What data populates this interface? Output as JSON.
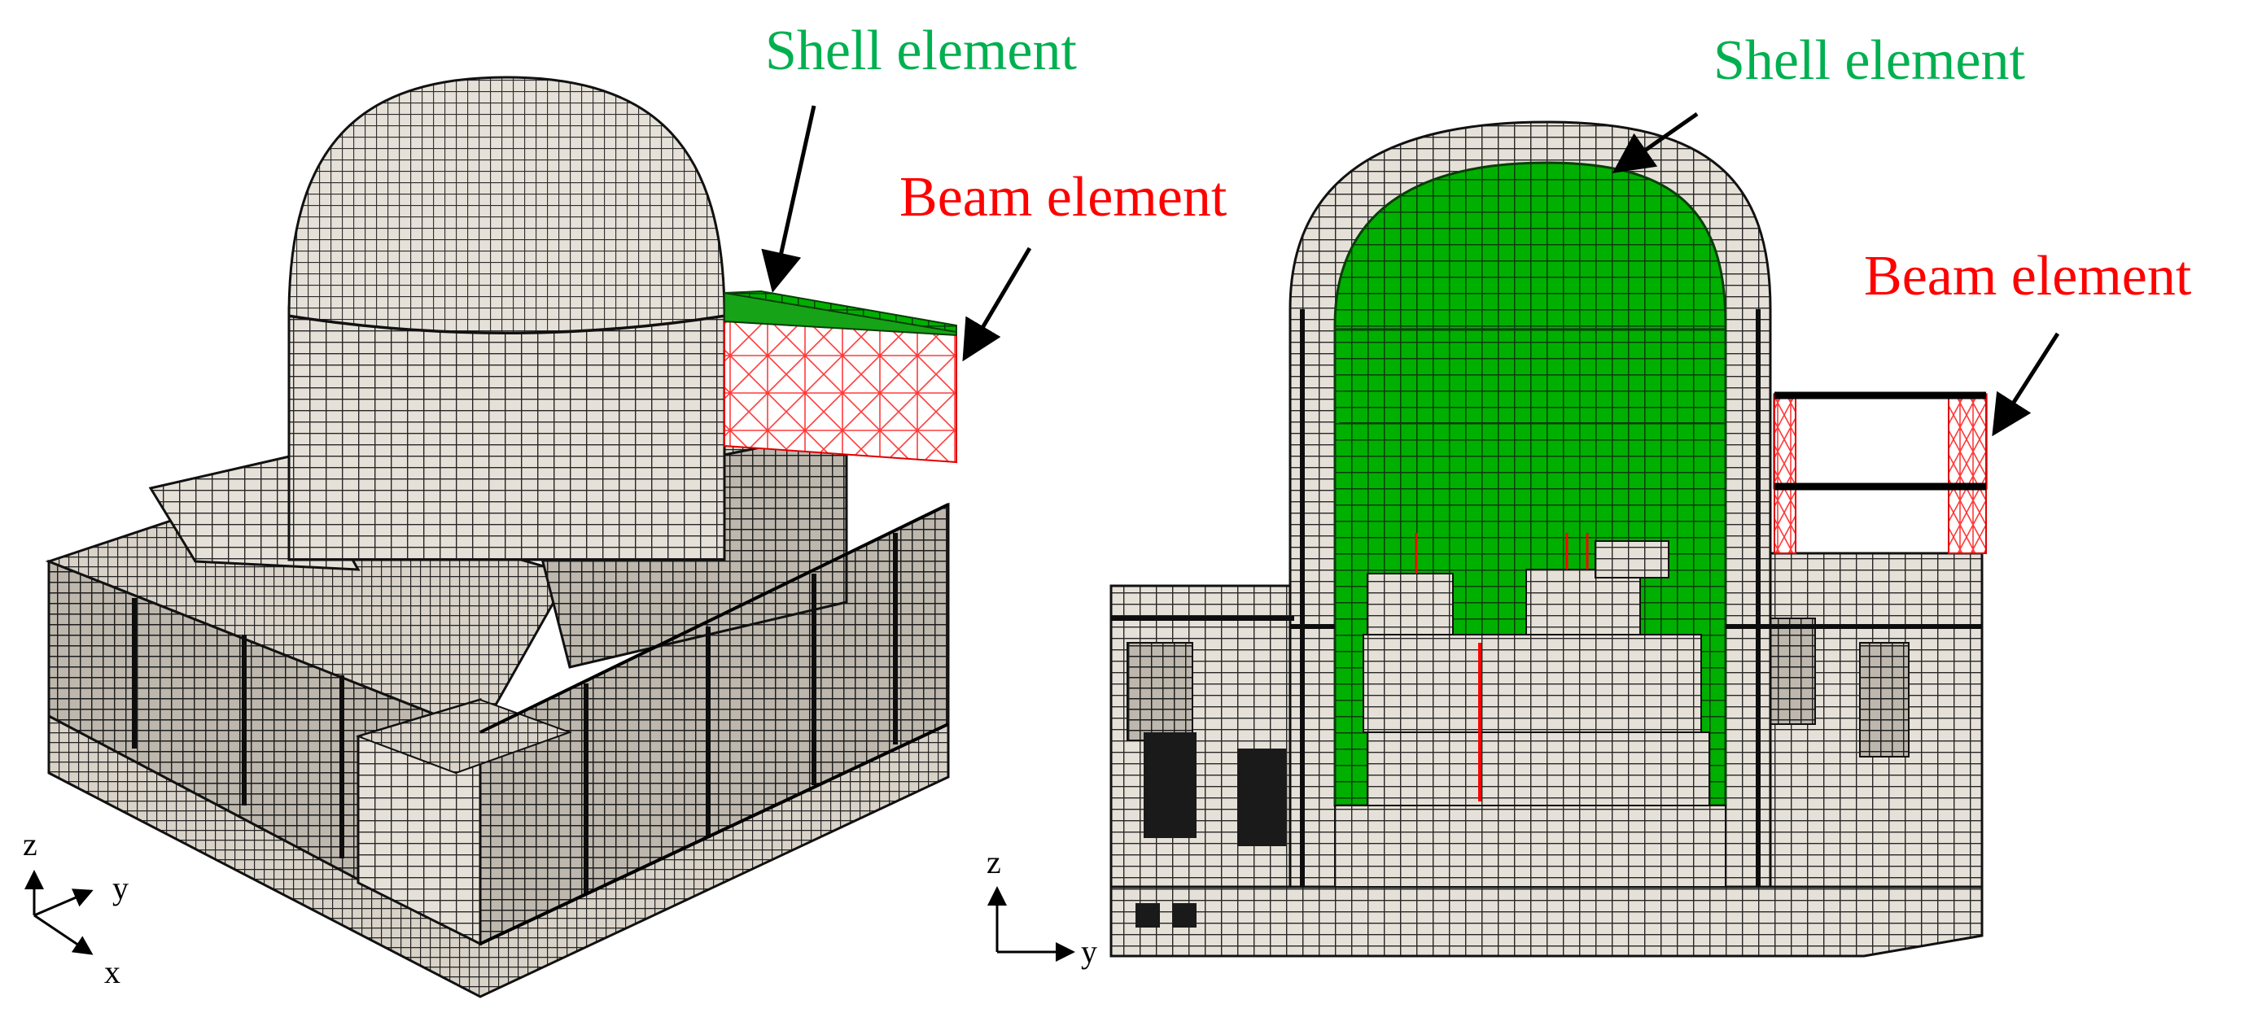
{
  "left_panel": {
    "shell_label": "Shell element",
    "beam_label": "Beam element",
    "axes": {
      "z": "z",
      "y": "y",
      "x": "x"
    }
  },
  "right_panel": {
    "shell_label": "Shell element",
    "beam_label": "Beam element",
    "axes": {
      "z": "z",
      "y": "y"
    }
  },
  "colors": {
    "shell_label": "#00b050",
    "beam_label": "#ff0000",
    "mesh_solid": "#e6e1d8",
    "mesh_line": "#2a2a2a",
    "shell_mesh": "#00b000",
    "beam_mesh": "#ff3333"
  }
}
